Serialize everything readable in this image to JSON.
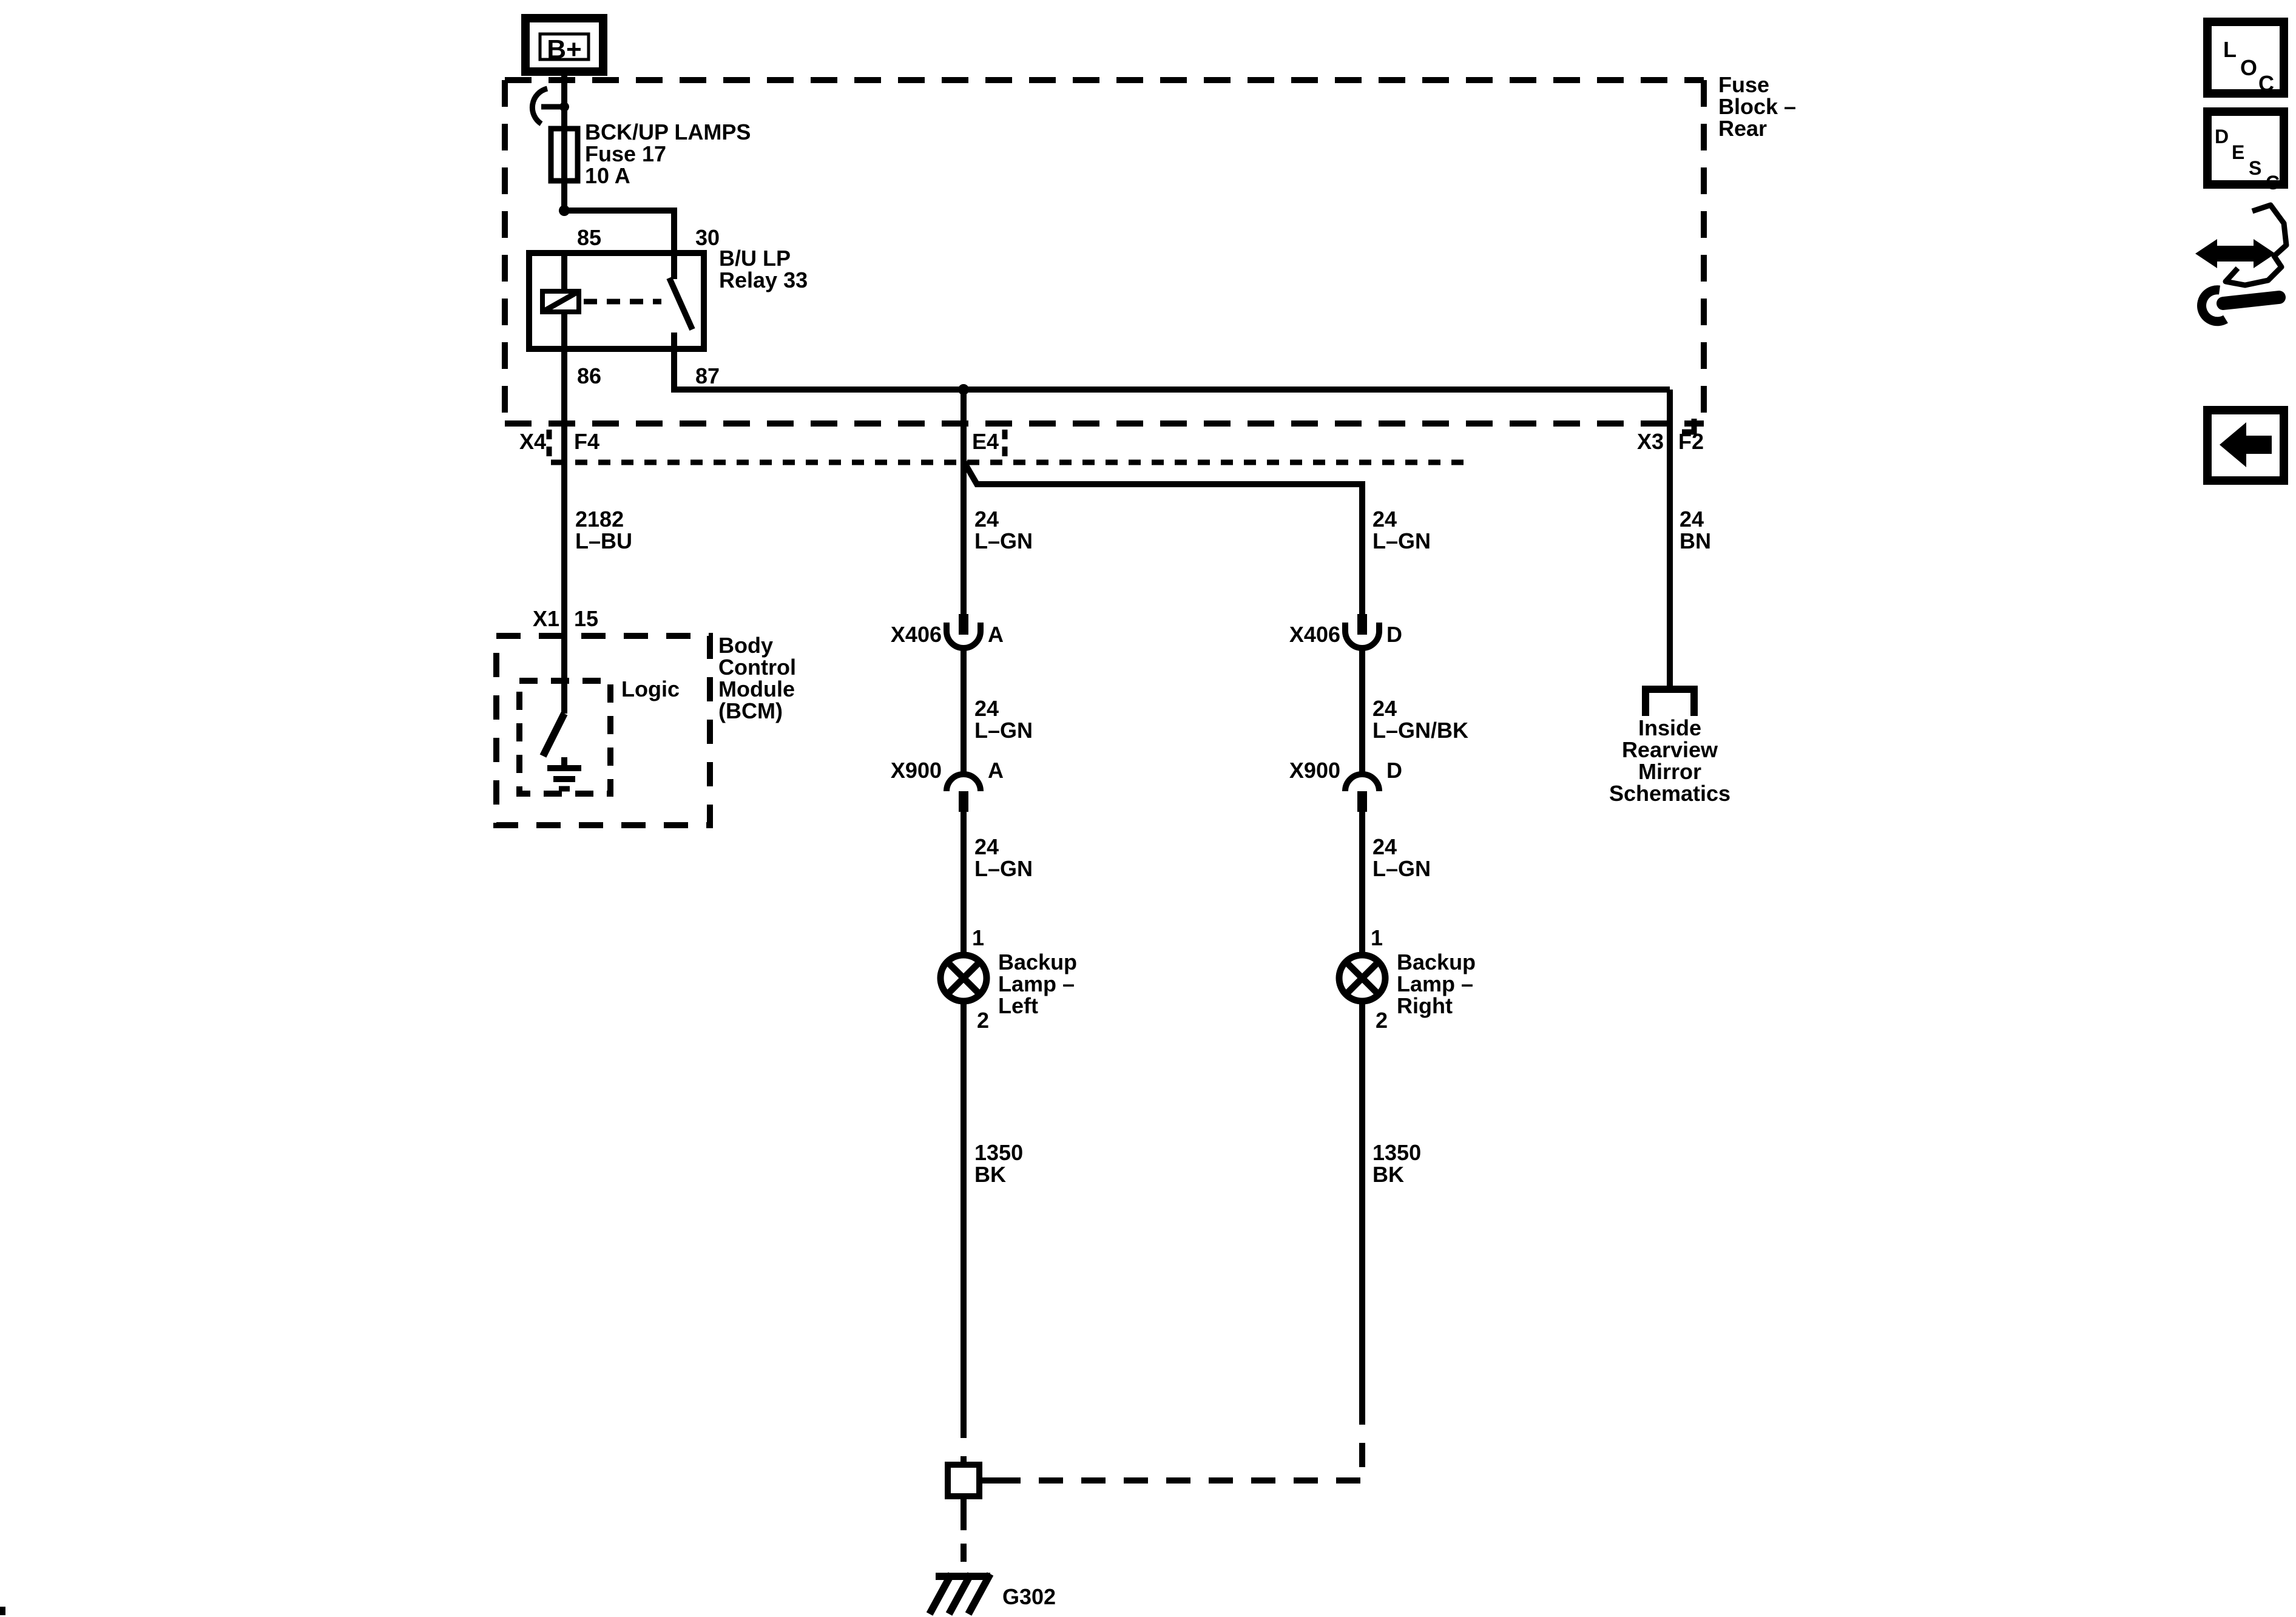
{
  "colors": {
    "ink": "#000000",
    "paper": "#ffffff"
  },
  "header_icons": {
    "loc_letters": [
      "L",
      "O",
      "C"
    ],
    "desc_letters": [
      "D",
      "E",
      "S",
      "C"
    ]
  },
  "battery": {
    "label": "B+"
  },
  "fuse_block": {
    "title": [
      "Fuse",
      "Block –",
      "Rear"
    ],
    "fuse_label": [
      "BCK/UP LAMPS",
      "Fuse 17",
      "10 A"
    ],
    "relay": {
      "name": [
        "B/U LP",
        "Relay 33"
      ],
      "pin85": "85",
      "pin30": "30",
      "pin86": "86",
      "pin87": "87"
    },
    "bottom_connectors": {
      "x4": "X4",
      "f4": "F4",
      "e4": "E4",
      "x3": "X3",
      "f2": "F2"
    }
  },
  "wires": {
    "bcm_feed": [
      "2182",
      "L–BU"
    ],
    "left_seg1": [
      "24",
      "L–GN"
    ],
    "right_seg1": [
      "24",
      "L–GN"
    ],
    "mirror_feed": [
      "24",
      "BN"
    ],
    "left_seg2": [
      "24",
      "L–GN"
    ],
    "right_seg2": [
      "24",
      "L–GN/BK"
    ],
    "left_seg3": [
      "24",
      "L–GN"
    ],
    "right_seg3": [
      "24",
      "L–GN"
    ],
    "left_ground": [
      "1350",
      "BK"
    ],
    "right_ground": [
      "1350",
      "BK"
    ]
  },
  "connectors": {
    "x406_left": {
      "name": "X406",
      "pin": "A"
    },
    "x406_right": {
      "name": "X406",
      "pin": "D"
    },
    "x900_left": {
      "name": "X900",
      "pin": "A"
    },
    "x900_right": {
      "name": "X900",
      "pin": "D"
    }
  },
  "bcm": {
    "title": [
      "Body",
      "Control",
      "Module",
      "(BCM)"
    ],
    "logic": "Logic",
    "conn": "X1",
    "pin": "15"
  },
  "lamps": {
    "left": {
      "name": [
        "Backup",
        "Lamp –",
        "Left"
      ],
      "pin_top": "1",
      "pin_bottom": "2"
    },
    "right": {
      "name": [
        "Backup",
        "Lamp –",
        "Right"
      ],
      "pin_top": "1",
      "pin_bottom": "2"
    }
  },
  "mirror_ref": [
    "Inside",
    "Rearview",
    "Mirror",
    "Schematics"
  ],
  "ground": {
    "label": "G302"
  }
}
